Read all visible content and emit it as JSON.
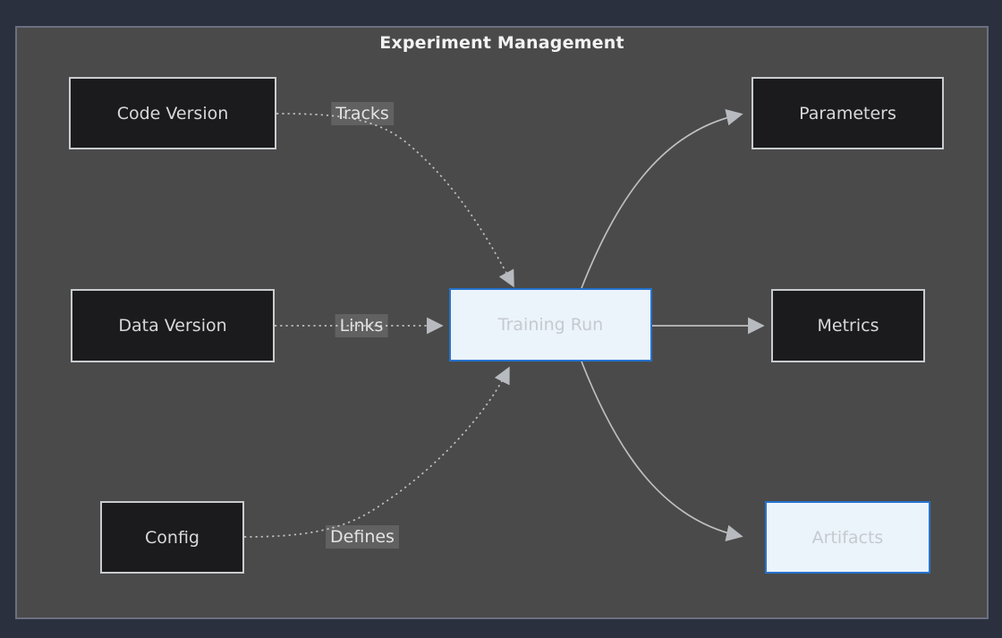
{
  "diagram": {
    "title": "Experiment Management",
    "nodes": [
      {
        "label": "Code Version",
        "type": "default"
      },
      {
        "label": "Data Version",
        "type": "default"
      },
      {
        "label": "Config",
        "type": "default"
      },
      {
        "label": "Training Run",
        "type": "highlighted"
      },
      {
        "label": "Parameters",
        "type": "default"
      },
      {
        "label": "Metrics",
        "type": "default"
      },
      {
        "label": "Artifacts",
        "type": "highlighted"
      }
    ],
    "edges": [
      {
        "from": "Code Version",
        "to": "Training Run",
        "label": "Tracks",
        "style": "dotted"
      },
      {
        "from": "Data Version",
        "to": "Training Run",
        "label": "Links",
        "style": "dotted"
      },
      {
        "from": "Config",
        "to": "Training Run",
        "label": "Defines",
        "style": "dotted"
      },
      {
        "from": "Training Run",
        "to": "Parameters",
        "label": "",
        "style": "solid"
      },
      {
        "from": "Training Run",
        "to": "Metrics",
        "label": "",
        "style": "solid"
      },
      {
        "from": "Training Run",
        "to": "Artifacts",
        "label": "",
        "style": "solid"
      }
    ],
    "colors": {
      "page_bg": "#2a303e",
      "canvas_bg": "#4a4a4a",
      "canvas_border": "#6b7080",
      "node_fill": "#1b1b1d",
      "node_border": "#c9cccf",
      "highlight_fill": "#ecf4fb",
      "highlight_border": "#2573cf",
      "edge_stroke": "#bfbfbf",
      "arrowhead": "#b7bbbf",
      "node_text": "#d8d8d8",
      "highlight_text": "#c5cad0",
      "edge_label_text": "#e3e3e3",
      "title_text": "#f2f2f2"
    }
  }
}
